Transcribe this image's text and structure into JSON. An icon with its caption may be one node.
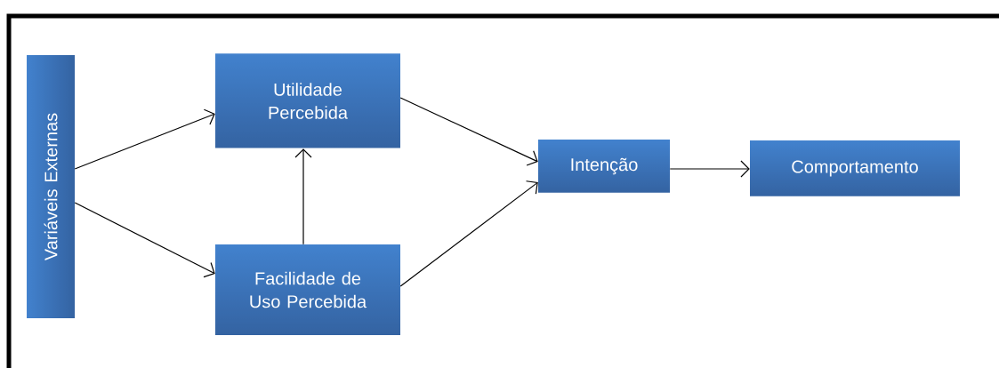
{
  "diagram": {
    "nodes": [
      {
        "text": [
          "Variáveis Externas"
        ]
      },
      {
        "text": [
          "Utilidade Percebida"
        ]
      },
      {
        "text": [
          "Facilidade de Uso Percebida"
        ]
      },
      {
        "text": [
          "Intenção"
        ]
      },
      {
        "text": [
          "Comportamento"
        ]
      }
    ],
    "edges": [
      {
        "from": 0,
        "to": 1,
        "arrow": "to"
      },
      {
        "from": 0,
        "to": 2,
        "arrow": "to"
      },
      {
        "from": 2,
        "to": 1,
        "arrow": "to"
      },
      {
        "from": 1,
        "to": 3,
        "arrow": "to"
      },
      {
        "from": 2,
        "to": 3,
        "arrow": "to"
      },
      {
        "from": 3,
        "to": 4,
        "arrow": "to"
      }
    ]
  }
}
